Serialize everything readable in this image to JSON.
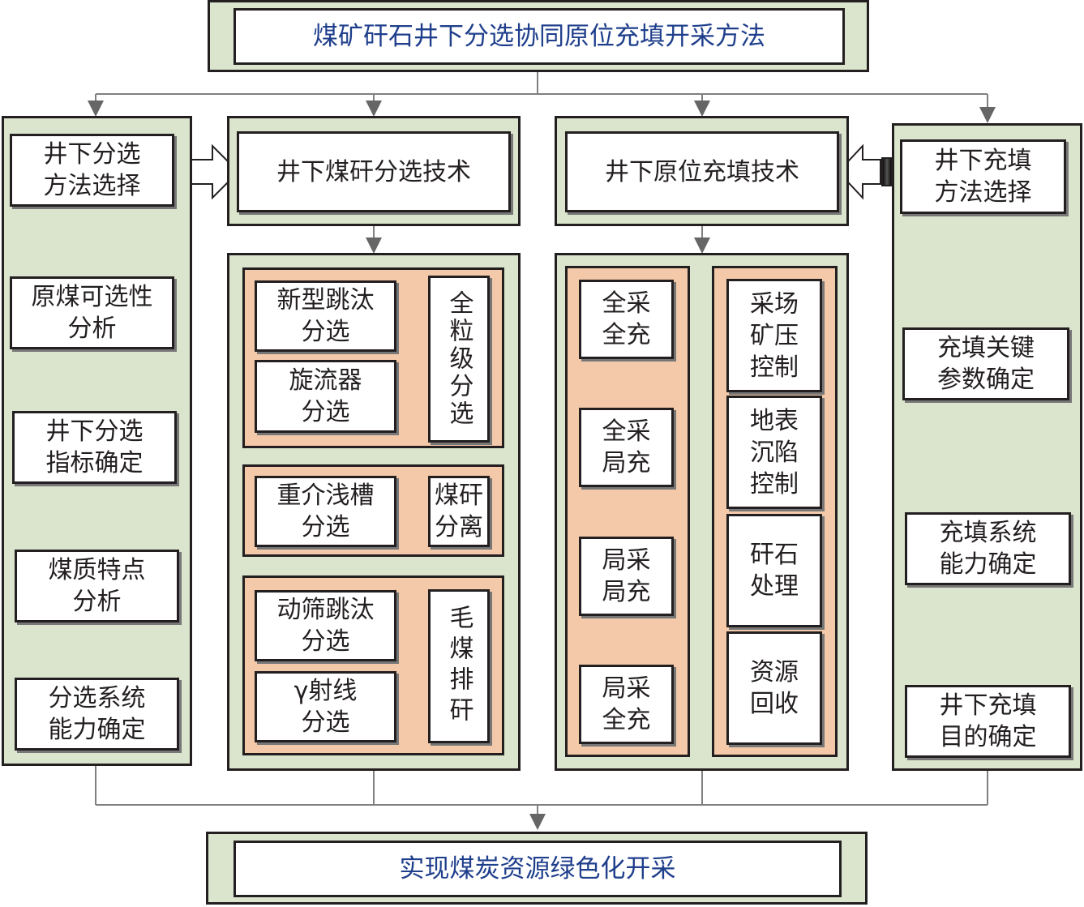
{
  "top_title": "煤矿矸石井下分选协同原位充填开采方法",
  "bottom_title": "实现煤炭资源绿色化开采",
  "left_column": {
    "steps": [
      "井下分选\n方法选择",
      "原煤可选性\n分析",
      "井下分选\n指标确定",
      "煤质特点\n分析",
      "分选系统\n能力确定"
    ]
  },
  "separation": {
    "title": "井下煤矸分选技术",
    "group1": {
      "methods": [
        "新型跳汰\n分选",
        "旋流器\n分选"
      ],
      "result": "全粒级分选"
    },
    "group2": {
      "methods": [
        "重介浅槽\n分选"
      ],
      "result": "煤矸\n分离"
    },
    "group3": {
      "methods": [
        "动筛跳汰\n分选",
        "γ射线\n分选"
      ],
      "result": "毛煤排矸"
    }
  },
  "filling": {
    "title": "井下原位充填技术",
    "modes": [
      "全采\n全充",
      "全采\n局充",
      "局采\n局充",
      "局采\n全充"
    ],
    "goals": [
      "采场\n矿压\n控制",
      "地表\n沉陷\n控制",
      "矸石\n处理",
      "资源\n回收"
    ]
  },
  "right_column": {
    "steps": [
      "井下充填\n方法选择",
      "充填关键\n参数确定",
      "充填系统\n能力确定",
      "井下充填\n目的确定"
    ]
  },
  "colors": {
    "panel": "#dbe4cc",
    "inner": "#f3c9a9",
    "title_text": "#1f3f8c",
    "line": "#808080"
  }
}
